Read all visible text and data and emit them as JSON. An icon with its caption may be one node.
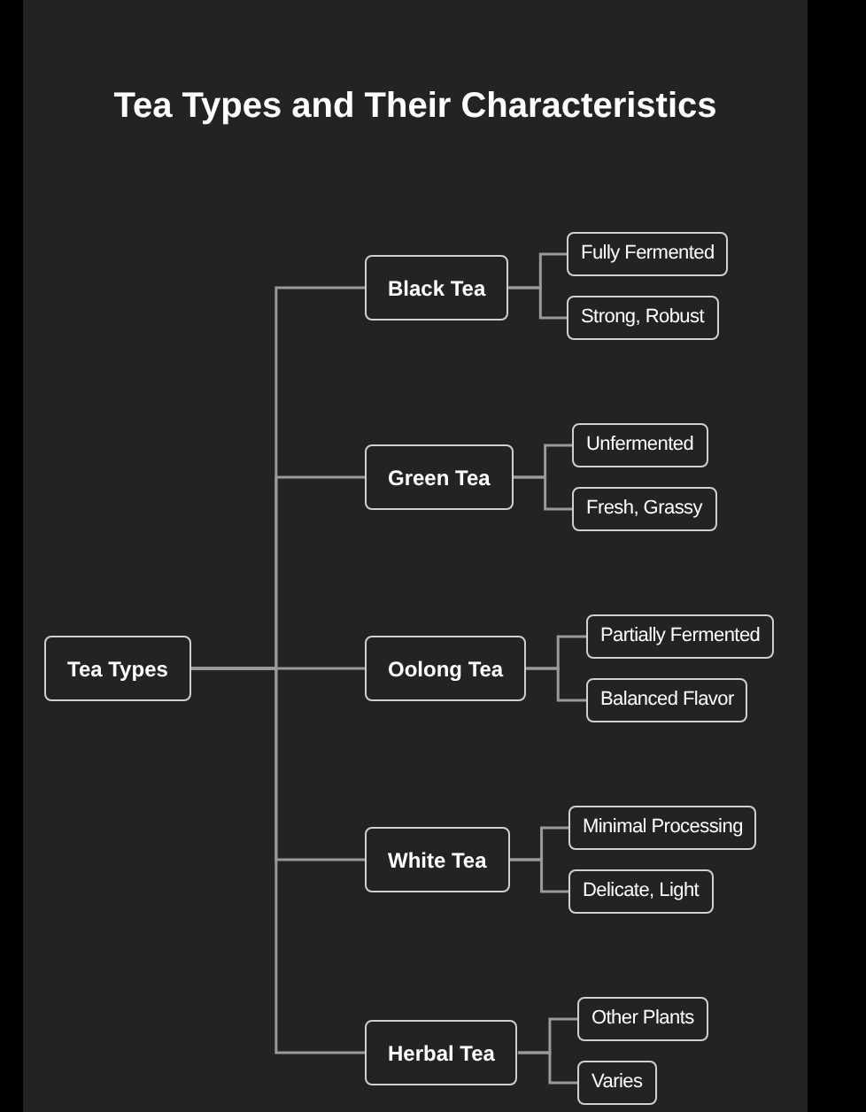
{
  "diagram": {
    "title": "Tea Types and Their Characteristics",
    "nodes": [
      {
        "text": [
          "Tea Types"
        ]
      },
      {
        "text": [
          "Black Tea"
        ]
      },
      {
        "text": [
          "Fully Fermented"
        ]
      },
      {
        "text": [
          "Strong, Robust"
        ]
      },
      {
        "text": [
          "Green Tea"
        ]
      },
      {
        "text": [
          "Unfermented"
        ]
      },
      {
        "text": [
          "Fresh, Grassy"
        ]
      },
      {
        "text": [
          "Oolong Tea"
        ]
      },
      {
        "text": [
          "Partially Fermented"
        ]
      },
      {
        "text": [
          "Balanced Flavor"
        ]
      },
      {
        "text": [
          "White Tea"
        ]
      },
      {
        "text": [
          "Minimal Processing"
        ]
      },
      {
        "text": [
          "Delicate, Light"
        ]
      },
      {
        "text": [
          "Herbal Tea"
        ]
      },
      {
        "text": [
          "Other Plants"
        ]
      },
      {
        "text": [
          "Varies"
        ]
      }
    ],
    "edges": [
      {
        "from": 0,
        "to": 1,
        "arrow": "none"
      },
      {
        "from": 0,
        "to": 4,
        "arrow": "none"
      },
      {
        "from": 0,
        "to": 7,
        "arrow": "none"
      },
      {
        "from": 0,
        "to": 10,
        "arrow": "none"
      },
      {
        "from": 0,
        "to": 13,
        "arrow": "none"
      },
      {
        "from": 1,
        "to": 2,
        "arrow": "none"
      },
      {
        "from": 1,
        "to": 3,
        "arrow": "none"
      },
      {
        "from": 4,
        "to": 5,
        "arrow": "none"
      },
      {
        "from": 4,
        "to": 6,
        "arrow": "none"
      },
      {
        "from": 7,
        "to": 8,
        "arrow": "none"
      },
      {
        "from": 7,
        "to": 9,
        "arrow": "none"
      },
      {
        "from": 10,
        "to": 11,
        "arrow": "none"
      },
      {
        "from": 10,
        "to": 12,
        "arrow": "none"
      },
      {
        "from": 13,
        "to": 14,
        "arrow": "none"
      },
      {
        "from": 13,
        "to": 15,
        "arrow": "none"
      }
    ]
  }
}
